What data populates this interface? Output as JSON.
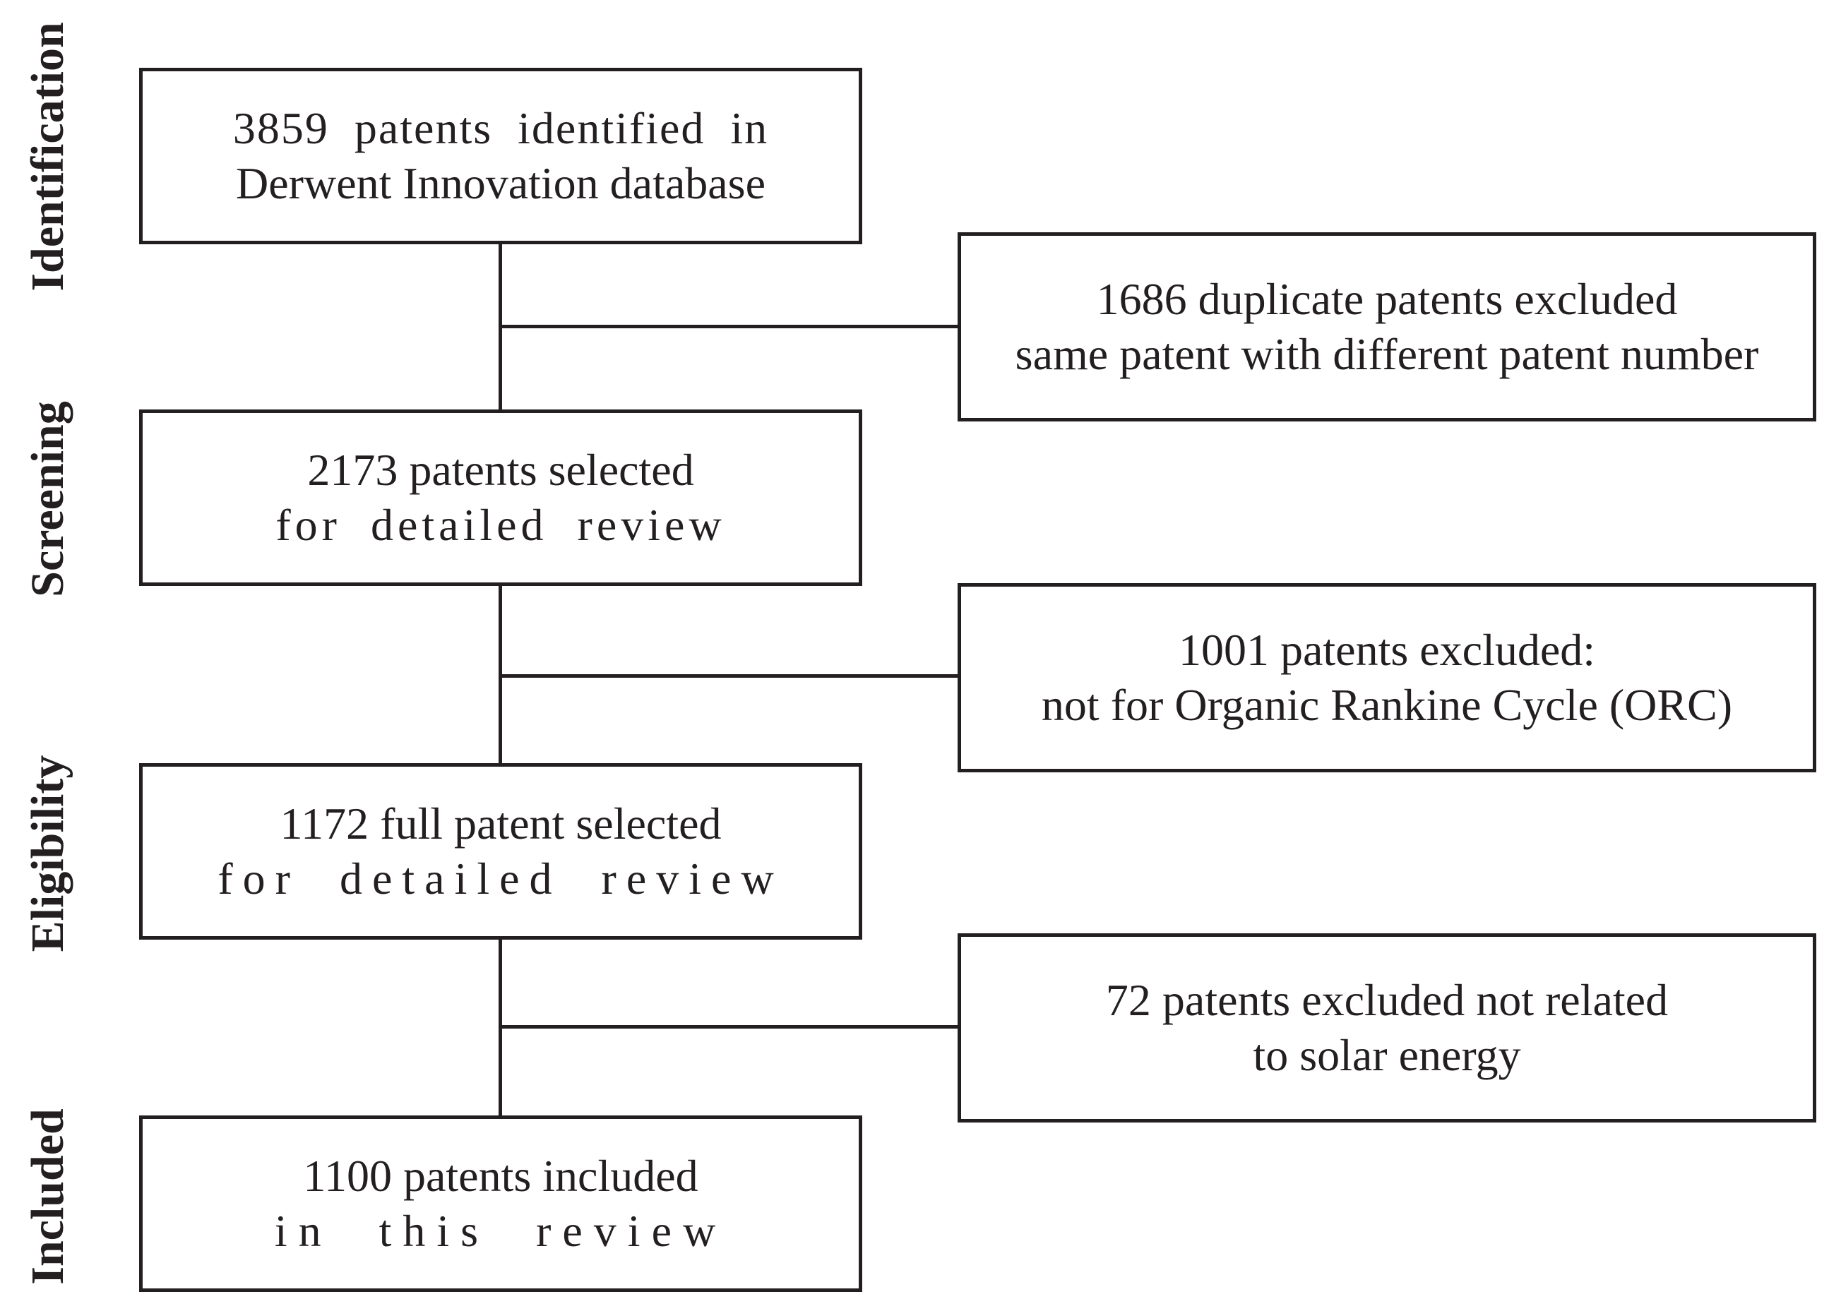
{
  "stages": {
    "identification": "Identification",
    "screening": "Screening",
    "eligibility": "Eligibility",
    "included": "Included"
  },
  "main_boxes": {
    "identified": {
      "line1": "3859 patents identified in",
      "line2": "Derwent Innovation database"
    },
    "screened": {
      "line1": "2173 patents selected",
      "line2": "for detailed review"
    },
    "eligible": {
      "line1": "1172 full patent selected",
      "line2": "for detailed review"
    },
    "included": {
      "line1": "1100 patents included",
      "line2": "in this review"
    }
  },
  "exclusion_boxes": {
    "duplicates": {
      "line1": "1686 duplicate patents excluded",
      "line2": "same patent with different patent number"
    },
    "not_orc": {
      "line1": "1001 patents excluded:",
      "line2": "not for Organic Rankine Cycle (ORC)"
    },
    "not_solar": {
      "line1": "72 patents excluded not related",
      "line2": "to solar energy"
    }
  }
}
